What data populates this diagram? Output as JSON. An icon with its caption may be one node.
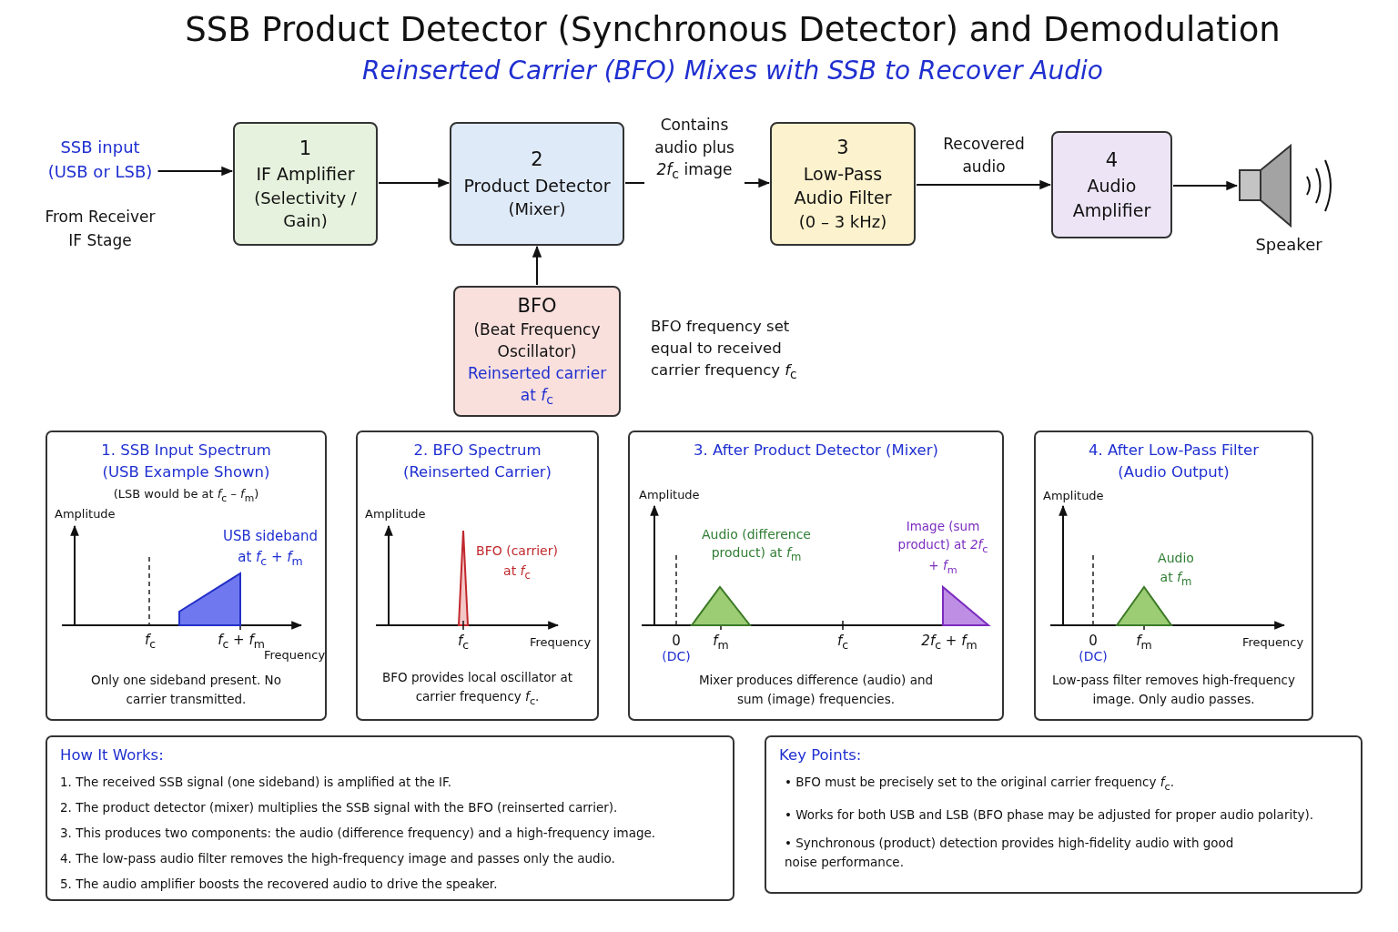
{
  "diagram": {
    "title": "SSB Product Detector (Synchronous Detector) and Demodulation",
    "nodes": [
      {
        "text": [
          "SSB input (USB or LSB)"
        ],
        "beside": [
          "From Receiver IF Stage"
        ]
      },
      {
        "text": [
          "1",
          "IF Amplifier",
          "(Selectivity / Gain)"
        ]
      },
      {
        "text": [
          "2",
          "Product Detector",
          "(Mixer)"
        ]
      },
      {
        "text": [
          "3",
          "Low-Pass Audio Filter",
          "(0 – 3 kHz)"
        ]
      },
      {
        "text": [
          "4",
          "Audio Amplifier"
        ]
      },
      {
        "text": [
          "Speaker"
        ]
      },
      {
        "text": [
          "BFO",
          "(Beat Frequency Oscillator)",
          "Reinserted carrier at *f*$_{c}$"
        ]
      },
      {
        "text": [
          "1. SSB Input Spectrum (USB Example Shown)",
          "(LSB would be at *f*$_{c}$ – *f*$_{m}$)",
          "Only one sideband present. No carrier transmitted."
        ]
      },
      {
        "text": [
          "2. BFO Spectrum (Reinserted Carrier)",
          "BFO provides local oscillator at carrier frequency *f*$_{c}$."
        ]
      },
      {
        "text": [
          "3. After Product Detector (Mixer)",
          "Mixer produces difference (audio) and sum (image) frequencies."
        ]
      },
      {
        "text": [
          "4. After Low-Pass Filter (Audio Output)",
          "Low-pass filter removes high-frequency image. Only audio passes."
        ]
      },
      {
        "text": [
          "How It Works:",
          "1. The received SSB signal (one sideband) is amplified at the IF.",
          "2. The product detector (mixer) multiplies the SSB signal with the BFO (reinserted carrier).",
          "3. This produces two components: the audio (difference frequency) and a high-frequency image.",
          "4. The low-pass audio filter removes the high-frequency image and passes only the audio.",
          "5. The audio amplifier boosts the recovered audio to drive the speaker."
        ]
      },
      {
        "text": [
          "Key Points:",
          "• BFO must be precisely set to the original carrier frequency *f*$_{c}$.",
          "• Works for both USB and LSB (BFO phase may be adjusted for proper audio polarity).",
          "• Synchronous (product) detection provides high-fidelity audio with good noise performance."
        ]
      }
    ],
    "edges": [
      {
        "from": 0,
        "to": 1,
        "arrow": "to"
      },
      {
        "from": 1,
        "to": 2,
        "arrow": "to"
      },
      {
        "from": 2,
        "to": 3,
        "arrow": "to",
        "label": "Contains audio plus *2f*$_{c}$ image"
      },
      {
        "from": 3,
        "to": 4,
        "arrow": "to",
        "label": "Recovered audio"
      },
      {
        "from": 4,
        "to": 5,
        "arrow": "to"
      },
      {
        "from": 6,
        "to": 2,
        "arrow": "to"
      }
    ],
    "labels": [
      "Reinserted Carrier (BFO) Mixes with SSB to Recover Audio",
      "BFO frequency set equal to received carrier frequency *f*$_{c}$",
      "Amplitude",
      "USB sideband at *f*$_{c}$ + *f*$_{m}$",
      "*f*$_{c}$",
      "*f*$_{c}$ + *f*$_{m}$",
      "Frequency",
      "Amplitude",
      "BFO (carrier) at *f*$_{c}$",
      "*f*$_{c}$",
      "Frequency",
      "Amplitude",
      "Audio (difference product) at *f*$_{m}$",
      "Image (sum product) at *2f*$_{c}$ + *f*$_{m}$",
      "0",
      "*f*$_{m}$",
      "*f*$_{c}$",
      "*2f*$_{c}$ + *f*$_{m}$",
      "(DC)",
      "Amplitude",
      "Audio at *f*$_{m}$",
      "0",
      "*f*$_{m}$",
      "Frequency",
      "(DC)"
    ]
  }
}
